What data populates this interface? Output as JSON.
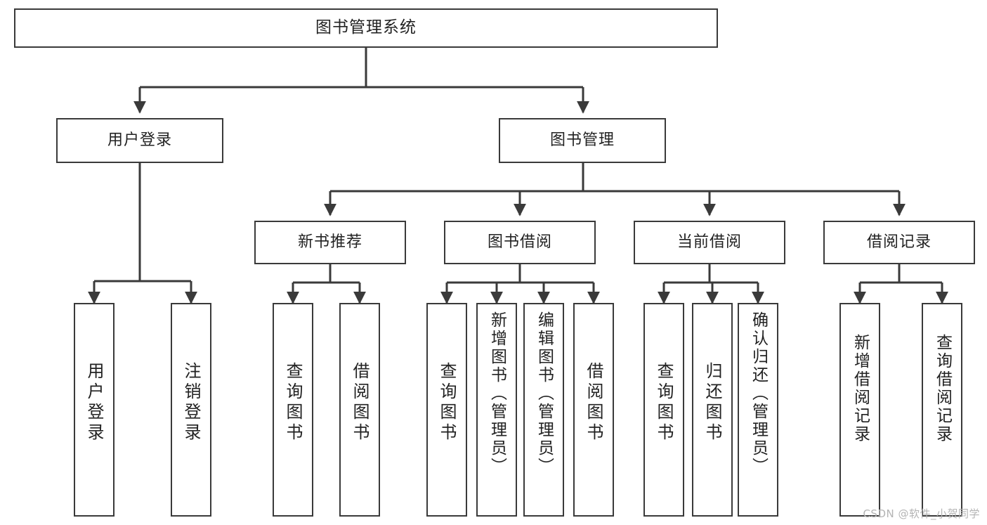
{
  "diagram": {
    "title": "图书管理系统",
    "type": "tree",
    "theme": {
      "background": "#ffffff",
      "node_border": "#3a3a3a",
      "node_fill": "#ffffff",
      "text": "#222222",
      "edge": "#3a3a3a",
      "watermark": "#b4b4b4"
    },
    "nodes": {
      "root": {
        "label": "图书管理系统"
      },
      "level2": [
        {
          "id": "user-login",
          "label": "用户登录"
        },
        {
          "id": "book-manage",
          "label": "图书管理"
        }
      ],
      "level3": [
        {
          "id": "new-book-recommend",
          "label": "新书推荐"
        },
        {
          "id": "book-borrow",
          "label": "图书借阅"
        },
        {
          "id": "current-borrow",
          "label": "当前借阅"
        },
        {
          "id": "borrow-record",
          "label": "借阅记录"
        }
      ],
      "leaves": [
        {
          "id": "leaf-user-login",
          "label": "用户登录",
          "parent": "user-login"
        },
        {
          "id": "leaf-logout",
          "label": "注销登录",
          "parent": "user-login"
        },
        {
          "id": "leaf-query-book-1",
          "label": "查询图书",
          "parent": "new-book-recommend"
        },
        {
          "id": "leaf-borrow-book-1",
          "label": "借阅图书",
          "parent": "new-book-recommend"
        },
        {
          "id": "leaf-query-book-2",
          "label": "查询图书",
          "parent": "book-borrow"
        },
        {
          "id": "leaf-add-book",
          "label": "新增图书（管理员）",
          "parent": "book-borrow"
        },
        {
          "id": "leaf-edit-book",
          "label": "编辑图书（管理员）",
          "parent": "book-borrow"
        },
        {
          "id": "leaf-borrow-book-2",
          "label": "借阅图书",
          "parent": "book-borrow"
        },
        {
          "id": "leaf-query-book-3",
          "label": "查询图书",
          "parent": "current-borrow"
        },
        {
          "id": "leaf-return-book",
          "label": "归还图书",
          "parent": "current-borrow"
        },
        {
          "id": "leaf-confirm-return",
          "label": "确认归还（管理员）",
          "parent": "current-borrow"
        },
        {
          "id": "leaf-add-record",
          "label": "新增借阅记录",
          "parent": "borrow-record"
        },
        {
          "id": "leaf-query-record",
          "label": "查询借阅记录",
          "parent": "borrow-record"
        }
      ]
    },
    "watermark": "CSDN @软件_小贺同学"
  }
}
